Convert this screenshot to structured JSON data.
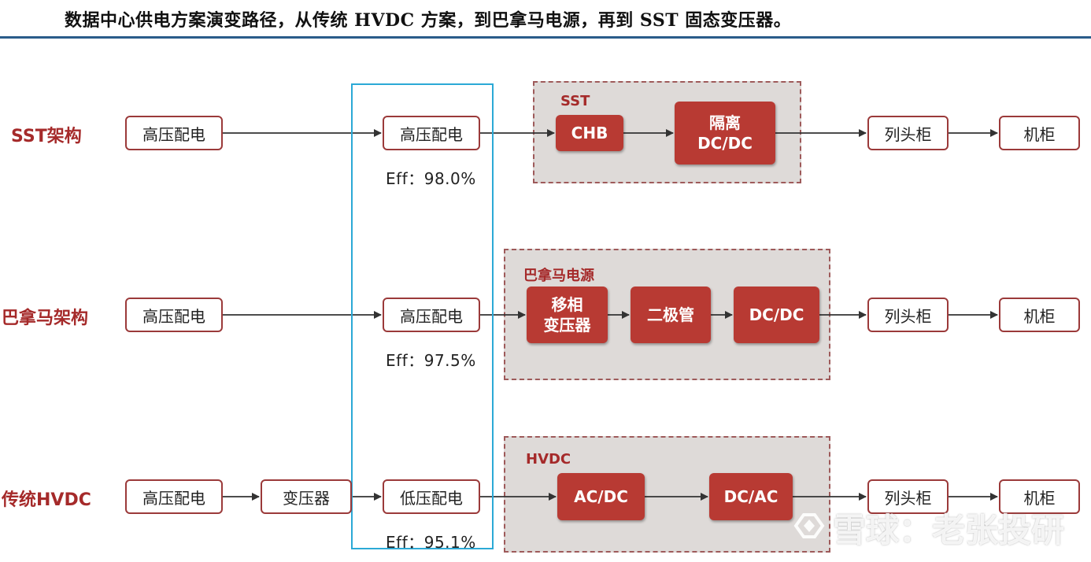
{
  "title": "数据中心供电方案演变路径，从传统 HVDC 方案，到巴拿马电源，再到 SST 固态变压器。",
  "rows": {
    "sst": {
      "label": "SST架构",
      "start": "高压配电",
      "stage": "高压配电",
      "eff": "Eff：98.0%",
      "group_label": "SST",
      "blocks": [
        "CHB",
        "隔离\nDC/DC"
      ],
      "column_head": "列头柜",
      "rack": "机柜"
    },
    "panama": {
      "label": "巴拿马架构",
      "start": "高压配电",
      "stage": "高压配电",
      "eff": "Eff：97.5%",
      "group_label": "巴拿马电源",
      "blocks": [
        "移相\n变压器",
        "二极管",
        "DC/DC"
      ],
      "column_head": "列头柜",
      "rack": "机柜"
    },
    "hvdc": {
      "label": "传统HVDC",
      "start": "高压配电",
      "transformer": "变压器",
      "stage": "低压配电",
      "eff": "Eff：95.1%",
      "group_label": "HVDC",
      "blocks": [
        "AC/DC",
        "DC/AC"
      ],
      "column_head": "列头柜",
      "rack": "机柜"
    }
  },
  "watermark": "雪球：老张投研",
  "colors": {
    "accent_red": "#b83a33",
    "label_red": "#a52a2a",
    "highlight_blue": "#2ba9d6",
    "title_rule": "#2a5c8a"
  }
}
